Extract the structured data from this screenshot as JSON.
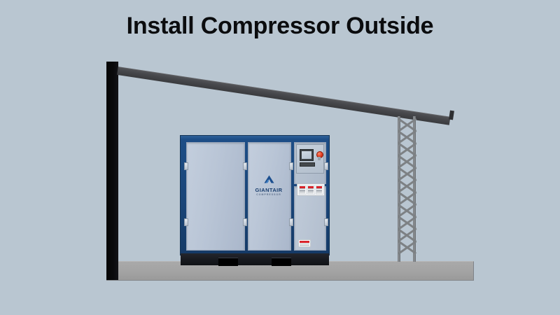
{
  "title": "Install Compressor Outside",
  "scene": {
    "background_color": "#b9c6d1",
    "ground_slab_color": "#a3a3a3",
    "wall_pillar_color": "#0a0a0c",
    "roof_beam_color": "#47484c",
    "truss_color": "#7d8184"
  },
  "compressor": {
    "brand": "GIANTAIR",
    "brand_sub": "COMPRESSOR",
    "cabinet_frame_color": "#1d4e87",
    "door_panel_color": "#b9c5d6",
    "base_color": "#16181d",
    "control_panel": {
      "screen_label": "hmi-display",
      "emergency_stop_color": "#e03b1e"
    },
    "spec_label": {
      "accent_color": "#d8232a",
      "columns": 3
    },
    "warning_label": {
      "accent_color": "#d8232a"
    }
  },
  "structure": {
    "wall_label": "building-wall",
    "roof_label": "canopy-roof-beam",
    "truss_label": "lattice-support-column",
    "slab_label": "concrete-pad"
  }
}
